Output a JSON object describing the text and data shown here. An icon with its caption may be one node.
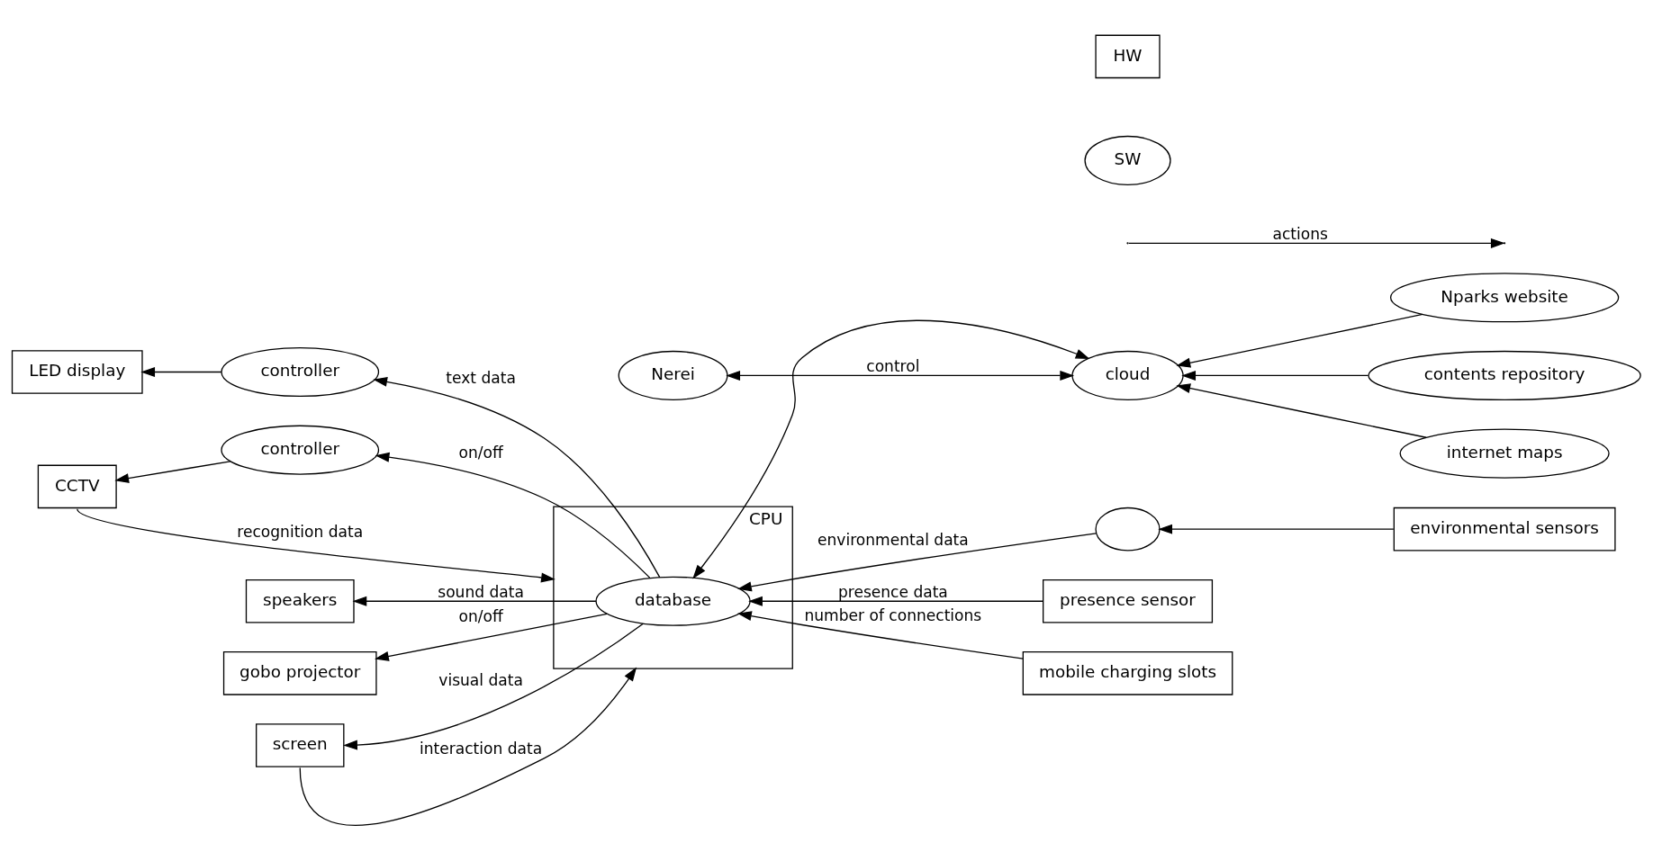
{
  "diagram": {
    "nodes": [
      {
        "text": [
          "LED display"
        ]
      },
      {
        "text": [
          "controller"
        ]
      },
      {
        "text": [
          "CCTV"
        ]
      },
      {
        "text": [
          "controller"
        ]
      },
      {
        "text": [
          "speakers"
        ]
      },
      {
        "text": [
          "gobo projector"
        ]
      },
      {
        "text": [
          "screen"
        ]
      },
      {
        "text": [
          "CPU"
        ]
      },
      {
        "text": [
          "database"
        ],
        "in": 7
      },
      {
        "text": [],
        "shape": "ellipse"
      },
      {
        "text": [
          "environmental sensors"
        ]
      },
      {
        "text": [
          "presence sensor"
        ]
      },
      {
        "text": [
          "mobile charging slots"
        ]
      },
      {
        "text": [
          "cloud"
        ]
      },
      {
        "text": [
          "Nerei"
        ]
      },
      {
        "text": [
          "Nparks website"
        ]
      },
      {
        "text": [
          "contents repository"
        ]
      },
      {
        "text": [
          "internet maps"
        ]
      }
    ],
    "edges": [
      {
        "from": 8,
        "to": 1,
        "arrow": "to",
        "label": "text data"
      },
      {
        "from": 1,
        "to": 0,
        "arrow": "to"
      },
      {
        "from": 8,
        "to": 3,
        "arrow": "to",
        "label": "on/off"
      },
      {
        "from": 3,
        "to": 2,
        "arrow": "to"
      },
      {
        "from": 8,
        "to": 4,
        "arrow": "to",
        "label": "sound data"
      },
      {
        "from": 8,
        "to": 5,
        "arrow": "to",
        "label": "on/off"
      },
      {
        "from": 8,
        "to": 6,
        "arrow": "to",
        "label": "visual data"
      },
      {
        "from": 10,
        "to": 9,
        "arrow": "to"
      },
      {
        "from": 9,
        "to": 8,
        "arrow": "to",
        "label": "environmental data"
      },
      {
        "from": 11,
        "to": 8,
        "arrow": "to",
        "label": "presence data"
      },
      {
        "from": 12,
        "to": 8,
        "arrow": "to",
        "label": "number of connections"
      },
      {
        "from": 6,
        "to": 7,
        "arrow": "to",
        "label": "interaction data"
      },
      {
        "from": 2,
        "to": 7,
        "arrow": "to",
        "label": "recognition data"
      },
      {
        "from": 8,
        "to": 13,
        "arrow": "both"
      },
      {
        "from": 13,
        "to": 14,
        "arrow": "both",
        "label": "control"
      },
      {
        "from": 15,
        "to": 13,
        "arrow": "to"
      },
      {
        "from": 16,
        "to": 13,
        "arrow": "to"
      },
      {
        "from": 17,
        "to": 13,
        "arrow": "to"
      }
    ],
    "legend": [
      {
        "text": "HW"
      },
      {
        "text": "SW"
      },
      {
        "text": "actions"
      }
    ]
  }
}
